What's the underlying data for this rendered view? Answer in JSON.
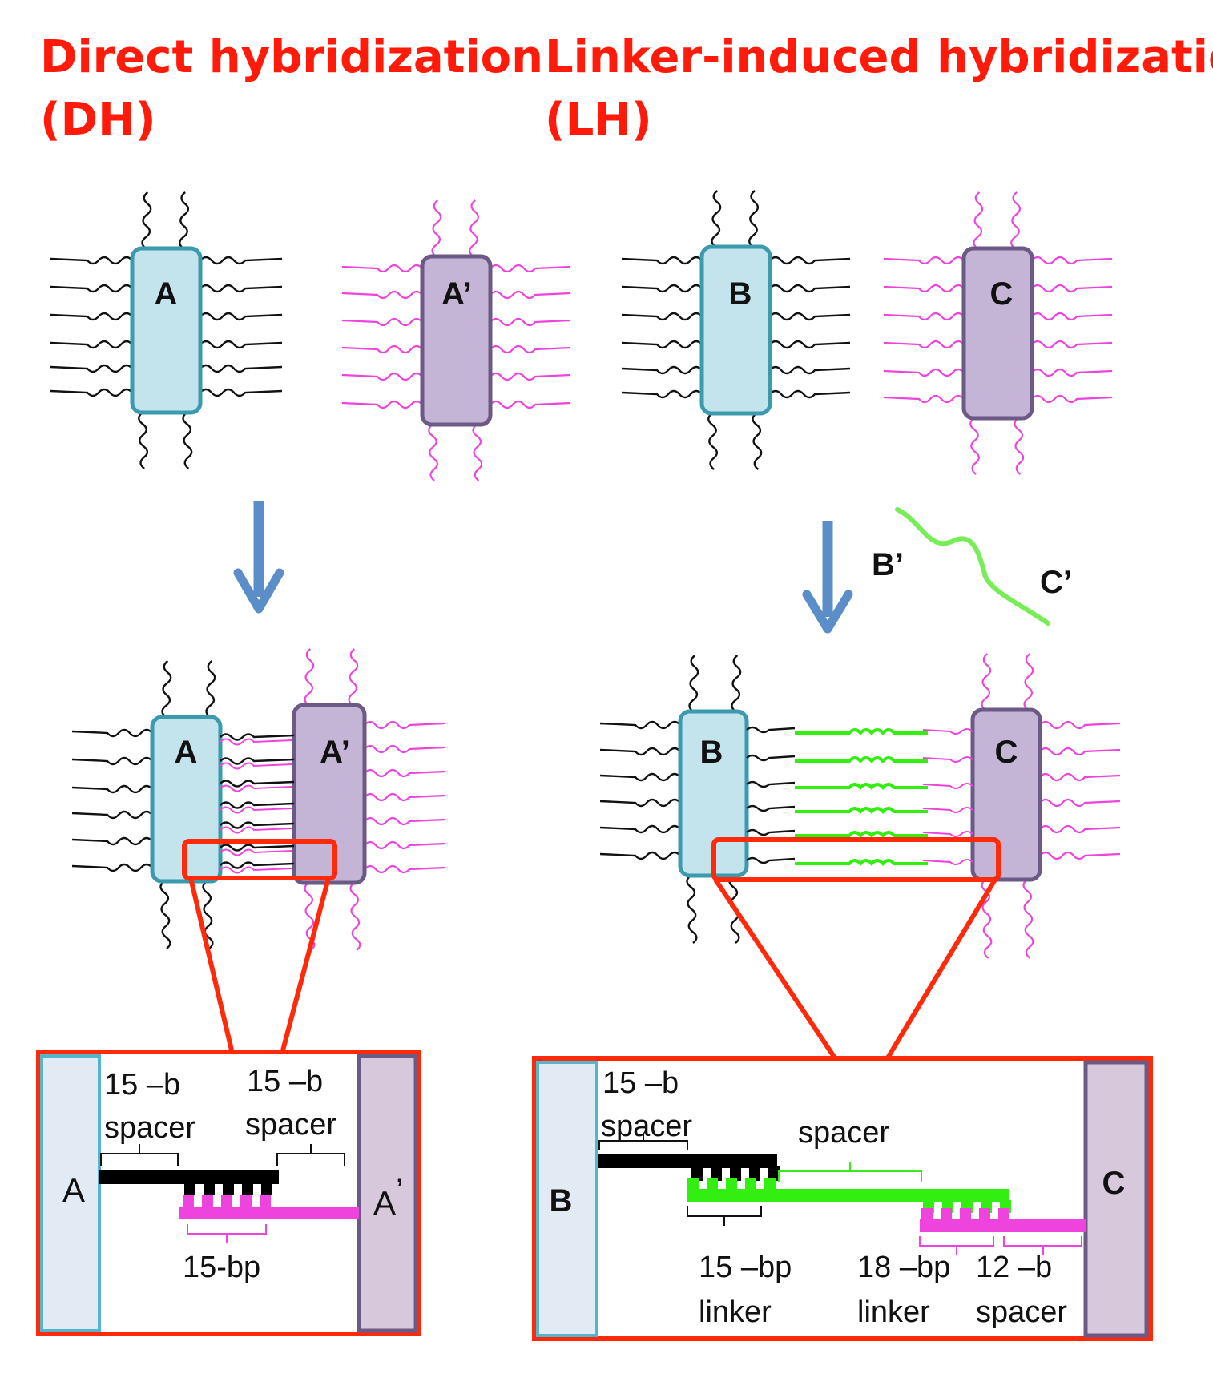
{
  "titles": {
    "dh_line1": "Direct  hybridization",
    "dh_line2": "(DH)",
    "lh_line1": "Linker-induced hybridization",
    "lh_line2": "(LH)"
  },
  "particles": {
    "a": "A",
    "a_prime": "A’",
    "b": "B",
    "c": "C"
  },
  "linker": {
    "b_prime": "B’",
    "c_prime": "C’"
  },
  "dh_detail": {
    "left_block": "A",
    "right_block": "A",
    "right_prime": "’",
    "spacer_left_1": "15 –b",
    "spacer_left_2": "spacer",
    "spacer_right_1": "15 –b",
    "spacer_right_2": "spacer",
    "duplex": "15-bp"
  },
  "lh_detail": {
    "left_block": "B",
    "right_block": "C",
    "spacer_b_1": "15 –b",
    "spacer_b_2": "spacer",
    "spacer_mid": "spacer",
    "linker15_1": "15 –bp",
    "linker15_2": "linker",
    "linker18_1": "18 –bp",
    "linker18_2": "linker",
    "spacer_c_1": "12 –b",
    "spacer_c_2": "spacer"
  },
  "colors": {
    "title": "#ff1a0a",
    "particle_blue_fill": "#c3e4ec",
    "particle_blue_stroke": "#3a9aae",
    "particle_purple_fill": "#c4b4d6",
    "particle_purple_stroke": "#6c5a86",
    "strand_black": "#111111",
    "strand_pink": "#ee44dd",
    "strand_green": "#33ee11",
    "arrow": "#5b8ec8",
    "zoom_red": "#ff2a0a"
  }
}
